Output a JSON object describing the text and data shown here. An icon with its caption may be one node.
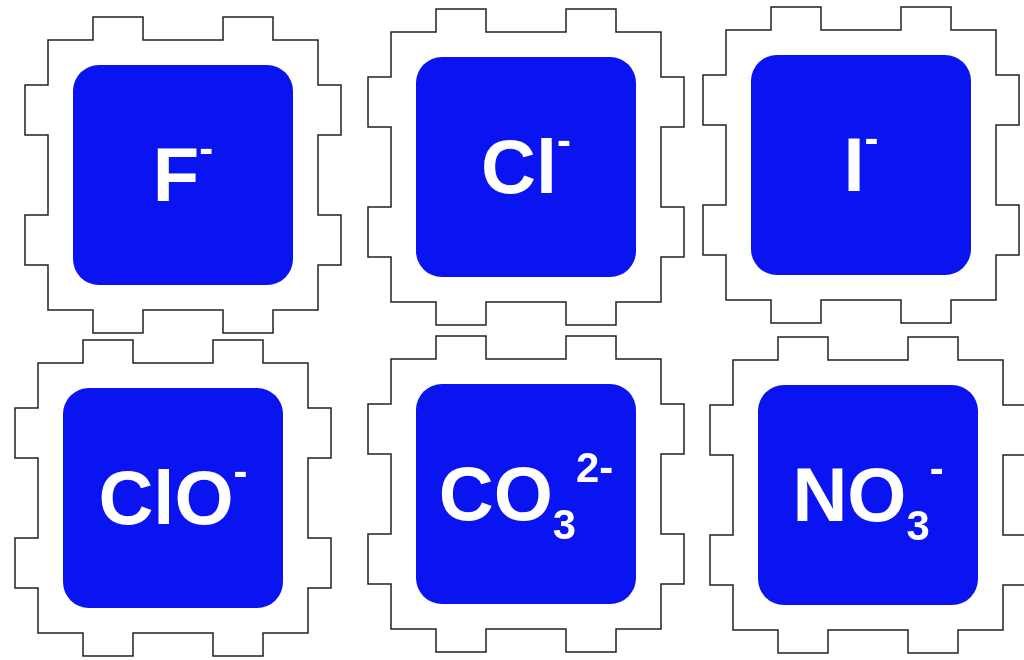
{
  "diagram": {
    "nodes": [
      {
        "text": [
          "F$^{-}$"
        ]
      },
      {
        "text": [
          "Cl$^{-}$"
        ]
      },
      {
        "text": [
          "I$^{-}$"
        ]
      },
      {
        "text": [
          "ClO$^{-}$"
        ]
      },
      {
        "text": [
          "CO$_{3}$$^{2-}$"
        ]
      },
      {
        "text": [
          "NO$_{3}$$^{-}$"
        ]
      }
    ]
  }
}
